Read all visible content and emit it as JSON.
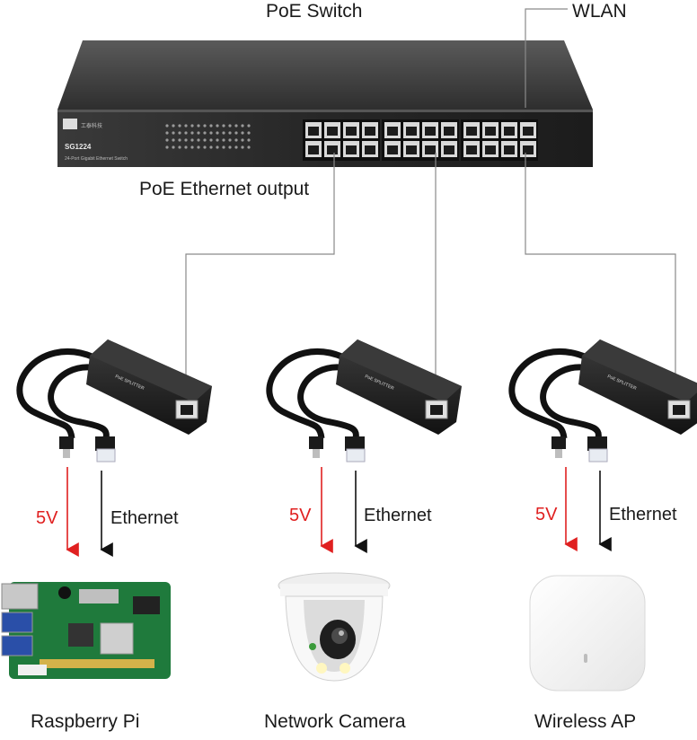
{
  "labels": {
    "switch": "PoE Switch",
    "wlan": "WLAN",
    "poe_output": "PoE Ethernet output",
    "power": "5V",
    "ethernet": "Ethernet"
  },
  "switch_device": {
    "model": "SG1224",
    "subtitle": "24-Port Gigabit Ethernet Switch"
  },
  "splitter_text": "PoE SPLITTER",
  "devices": [
    {
      "name": "Raspberry Pi",
      "icon": "raspberry-pi-board-icon"
    },
    {
      "name": "Network Camera",
      "icon": "dome-camera-icon"
    },
    {
      "name": "Wireless AP",
      "icon": "wireless-access-point-icon"
    }
  ],
  "colors": {
    "power_arrow": "#e02020",
    "data_arrow": "#111111",
    "switch_body": "#2b2b2b",
    "cable_line": "#8a8a8a"
  }
}
